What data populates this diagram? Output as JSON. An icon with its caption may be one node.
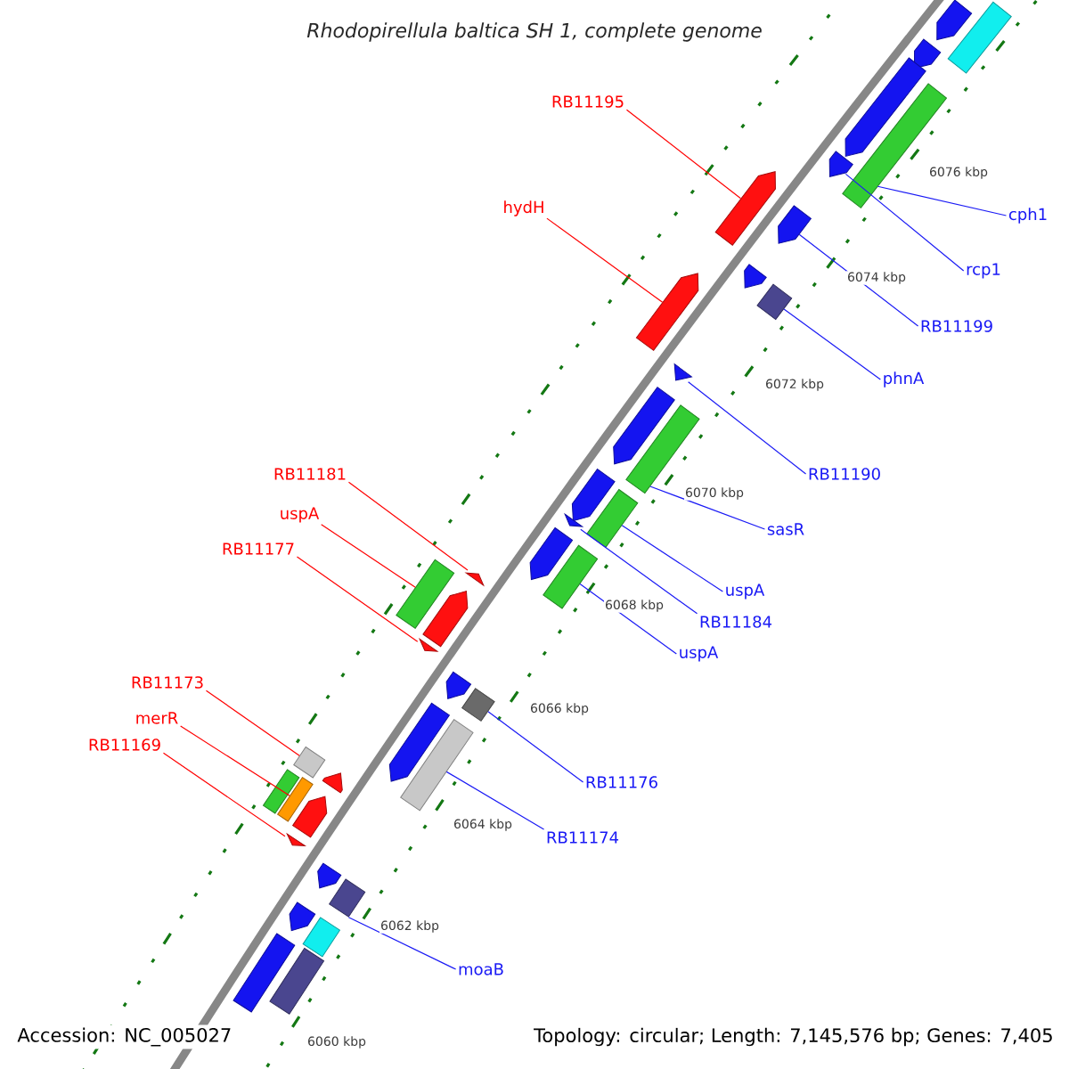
{
  "diagram": {
    "title": "Rhodopirellula baltica SH 1, complete genome",
    "nodes": [
      {
        "text": [
          "RB11195"
        ]
      },
      {
        "text": [],
        "shape": "pentagon"
      },
      {
        "text": [
          "hydH"
        ]
      },
      {
        "text": [],
        "shape": "pentagon"
      },
      {
        "text": [
          "RB11181"
        ]
      },
      {
        "text": [],
        "shape": "triangle"
      },
      {
        "text": [
          "uspA"
        ]
      },
      {
        "text": [],
        "shape": "box"
      },
      {
        "text": [
          "RB11177"
        ]
      },
      {
        "text": [],
        "shape": "triangle"
      },
      {
        "text": [
          "RB11173"
        ]
      },
      {
        "text": [],
        "shape": "box"
      },
      {
        "text": [
          "merR"
        ]
      },
      {
        "text": [],
        "shape": "box"
      },
      {
        "text": [
          "RB11169"
        ]
      },
      {
        "text": [],
        "shape": "triangle"
      },
      {
        "text": [
          "cph1"
        ]
      },
      {
        "text": [],
        "shape": "box"
      },
      {
        "text": [
          "rcp1"
        ]
      },
      {
        "text": [],
        "shape": "pentagon"
      },
      {
        "text": [
          "RB11199"
        ]
      },
      {
        "text": [],
        "shape": "pentagon"
      },
      {
        "text": [
          "phnA"
        ]
      },
      {
        "text": [],
        "shape": "box"
      },
      {
        "text": [
          "RB11190"
        ]
      },
      {
        "text": [],
        "shape": "pentagon"
      },
      {
        "text": [
          "sasR"
        ]
      },
      {
        "text": [],
        "shape": "box"
      },
      {
        "text": [
          "uspA"
        ]
      },
      {
        "text": [],
        "shape": "box"
      },
      {
        "text": [
          "RB11184"
        ]
      },
      {
        "text": [],
        "shape": "triangle"
      },
      {
        "text": [
          "uspA"
        ]
      },
      {
        "text": [],
        "shape": "box"
      },
      {
        "text": [
          "RB11176"
        ]
      },
      {
        "text": [],
        "shape": "box"
      },
      {
        "text": [
          "RB11174"
        ]
      },
      {
        "text": [],
        "shape": "box"
      },
      {
        "text": [
          "moaB"
        ]
      },
      {
        "text": [],
        "shape": "box"
      },
      {
        "text": [],
        "shape": "pentagon"
      },
      {
        "text": [],
        "shape": "pentagon"
      },
      {
        "text": [],
        "shape": "pentagon"
      },
      {
        "text": [],
        "shape": "pentagon"
      },
      {
        "text": [],
        "shape": "pentagon"
      },
      {
        "text": [],
        "shape": "pentagon"
      },
      {
        "text": [],
        "shape": "pentagon"
      },
      {
        "text": [],
        "shape": "pentagon"
      },
      {
        "text": [],
        "shape": "pentagon"
      },
      {
        "text": [],
        "shape": "pentagon"
      },
      {
        "text": [],
        "shape": "pentagon"
      },
      {
        "text": [],
        "shape": "box"
      },
      {
        "text": [],
        "shape": "box"
      },
      {
        "text": [],
        "shape": "box"
      },
      {
        "text": [],
        "shape": "box"
      },
      {
        "text": [],
        "shape": "pentagon"
      },
      {
        "text": [],
        "shape": "pentagon"
      },
      {
        "text": [],
        "shape": "pentagon"
      },
      {
        "text": [],
        "shape": "box"
      }
    ],
    "edges": [
      {
        "from": 0,
        "to": 1,
        "arrow": "none",
        "color": "#ff0000"
      },
      {
        "from": 2,
        "to": 3,
        "arrow": "none",
        "color": "#ff0000"
      },
      {
        "from": 4,
        "to": 5,
        "arrow": "none",
        "color": "#ff0000"
      },
      {
        "from": 6,
        "to": 7,
        "arrow": "none",
        "color": "#ff0000"
      },
      {
        "from": 8,
        "to": 9,
        "arrow": "none",
        "color": "#ff0000"
      },
      {
        "from": 10,
        "to": 11,
        "arrow": "none",
        "color": "#ff0000"
      },
      {
        "from": 12,
        "to": 13,
        "arrow": "none",
        "color": "#ff0000"
      },
      {
        "from": 14,
        "to": 15,
        "arrow": "none",
        "color": "#ff0000"
      },
      {
        "from": 16,
        "to": 17,
        "arrow": "none"
      },
      {
        "from": 18,
        "to": 19,
        "arrow": "none"
      },
      {
        "from": 20,
        "to": 21,
        "arrow": "none"
      },
      {
        "from": 22,
        "to": 23,
        "arrow": "none"
      },
      {
        "from": 24,
        "to": 25,
        "arrow": "none"
      },
      {
        "from": 26,
        "to": 27,
        "arrow": "none"
      },
      {
        "from": 28,
        "to": 29,
        "arrow": "none"
      },
      {
        "from": 30,
        "to": 31,
        "arrow": "none"
      },
      {
        "from": 32,
        "to": 33,
        "arrow": "none"
      },
      {
        "from": 34,
        "to": 35,
        "arrow": "none"
      },
      {
        "from": 36,
        "to": 37,
        "arrow": "none"
      },
      {
        "from": 38,
        "to": 39,
        "arrow": "none"
      }
    ],
    "labels": [
      "6076 kbp",
      "6074 kbp",
      "6072 kbp",
      "6070 kbp",
      "6068 kbp",
      "6066 kbp",
      "6064 kbp",
      "6062 kbp",
      "6060 kbp",
      "Accession: NC_005027",
      "Topology: circular; Length: 7,145,576 bp; Genes: 7,405"
    ]
  }
}
